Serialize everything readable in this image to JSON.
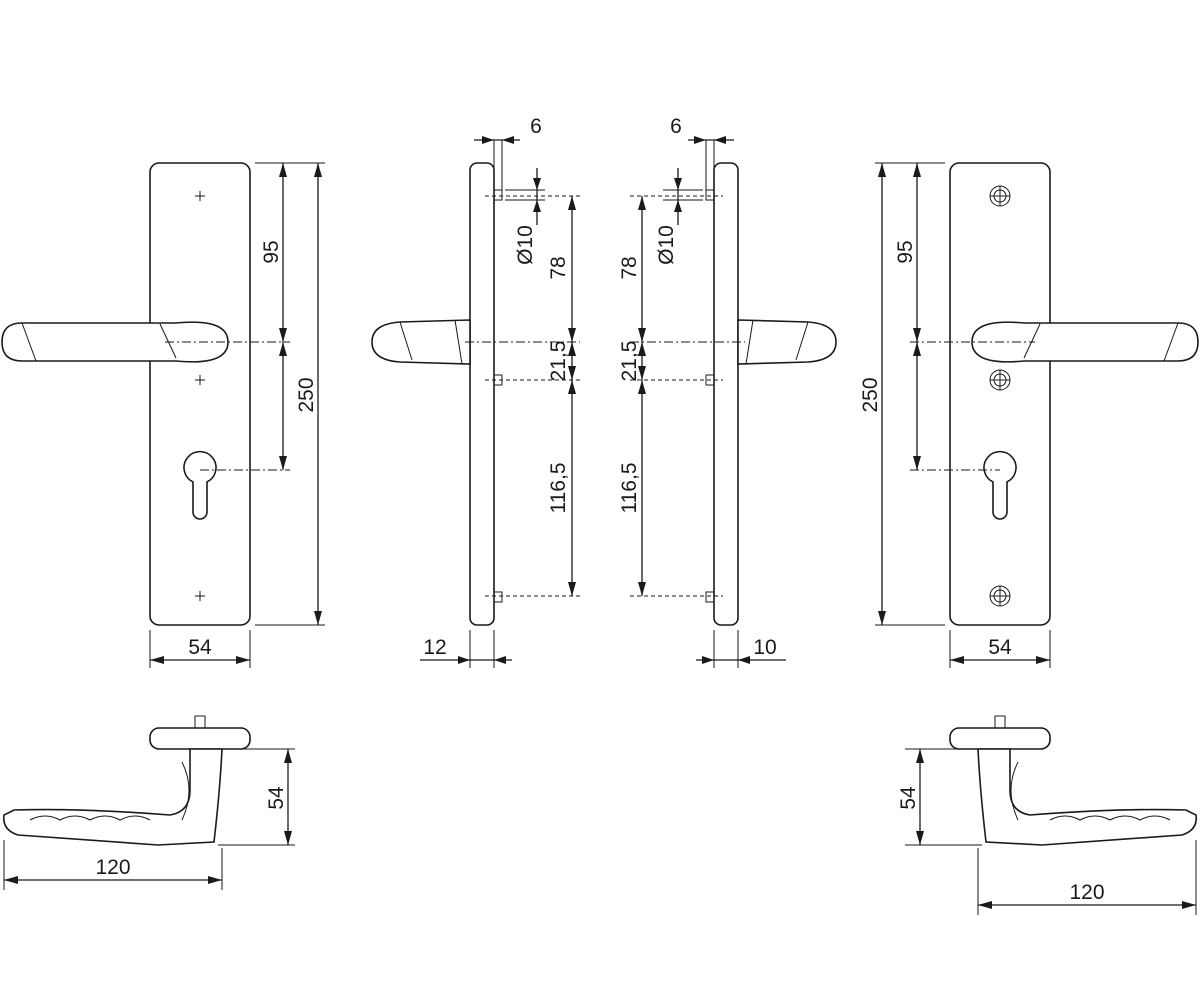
{
  "dimensions": {
    "front_left": {
      "width": "54",
      "spindle_to_top": "95",
      "total_height": "250"
    },
    "side_left": {
      "screw_offset": "6",
      "spindle_dia": "Ø10",
      "top_screw_to_spindle": "78",
      "spindle_to_screw": "21,5",
      "screw_to_bottom_screw": "116,5",
      "plate_depth": "12"
    },
    "side_right": {
      "screw_offset": "6",
      "spindle_dia": "Ø10",
      "top_screw_to_spindle": "78",
      "spindle_to_screw": "21,5",
      "screw_to_bottom_screw": "116,5",
      "plate_depth": "10"
    },
    "front_right": {
      "width": "54",
      "spindle_to_top": "95",
      "total_height": "250"
    },
    "handle_left": {
      "projection": "54",
      "length": "120"
    },
    "handle_right": {
      "projection": "54",
      "length": "120"
    }
  }
}
